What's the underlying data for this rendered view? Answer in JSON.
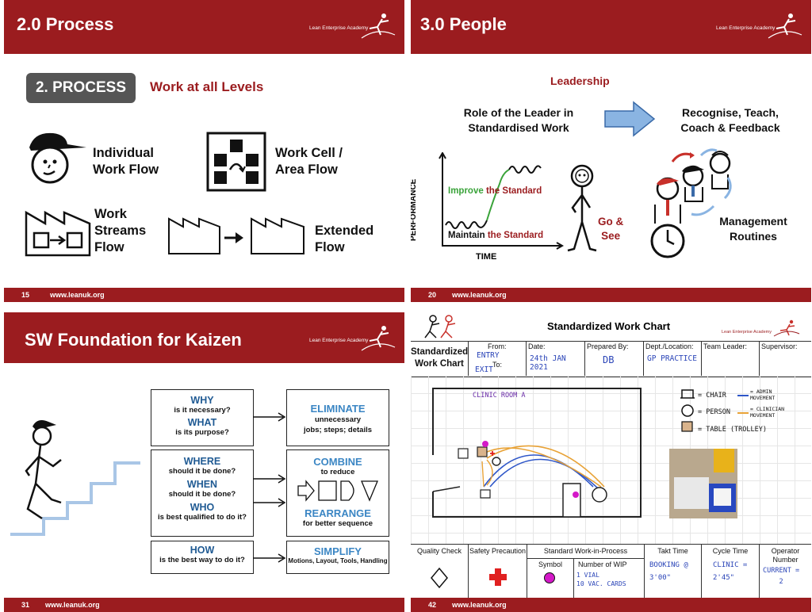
{
  "logo_text": "Lean Enterprise Academy",
  "slide1": {
    "title": "2.0 Process",
    "badge": "2. PROCESS",
    "subtitle": "Work at all Levels",
    "items": [
      "Individual\nWork Flow",
      "Work Cell /\nArea Flow",
      "Work\nStreams\nFlow",
      "Extended\nFlow"
    ],
    "page": "15",
    "url": "www.leanuk.org"
  },
  "slide2": {
    "title": "3.0 People",
    "heading": "Leadership",
    "role": "Role of the Leader in\nStandardised Work",
    "recognise": "Recognise, Teach,\nCoach & Feedback",
    "y_axis": "PERFORMANCE",
    "x_axis": "TIME",
    "improve_a": "Improve",
    "improve_b": "the Standard",
    "maintain_a": "Maintain",
    "maintain_b": "the Standard",
    "goandsee": "Go &\nSee",
    "mgmt": "Management\nRoutines",
    "page": "20",
    "url": "www.leanuk.org"
  },
  "slide3": {
    "title": "SW Foundation for Kaizen",
    "q1_title": "WHY",
    "q1_sub": "is it necessary?",
    "q1b_title": "WHAT",
    "q1b_sub": "is its purpose?",
    "q2_title": "WHERE",
    "q2_sub": "should it be done?",
    "q2b_title": "WHEN",
    "q2b_sub": "should it be done?",
    "q2c_title": "WHO",
    "q2c_sub": "is best qualified to do it?",
    "q3_title": "HOW",
    "q3_sub": "is the best way to do it?",
    "a1_title": "ELIMINATE",
    "a1_sub": "unnecessary\njobs; steps; details",
    "a2_title": "COMBINE",
    "a2_sub": "to reduce",
    "a2b_title": "REARRANGE",
    "a2b_sub": "for better sequence",
    "a3_title": "SIMPLIFY",
    "a3_sub": "Motions, Layout, Tools, Handling",
    "page": "31",
    "url": "www.leanuk.org"
  },
  "slide4": {
    "title": "Standardized Work Chart",
    "label": "Standardized\nWork Chart",
    "from_label": "From:",
    "from_value": "ENTRY",
    "to_value": "EXIT",
    "to_label": "To:",
    "date_label": "Date:",
    "date_value": "24th JAN 2021",
    "prepared_label": "Prepared By:",
    "prepared_value": "DB",
    "dept_label": "Dept./Location:",
    "dept_value": "GP PRACTICE",
    "leader_label": "Team Leader:",
    "supervisor_label": "Supervisor:",
    "room": "CLINIC ROOM A",
    "legend": {
      "chair": "= CHAIR",
      "person": "= PERSON",
      "table": "= TABLE (TROLLEY)",
      "admin": "= ADMIN\nMOVEMENT",
      "clinician": "= CLINICIAN\nMOVEMENT"
    },
    "colors": {
      "admin": "#2e56c8",
      "clinician": "#e8a236",
      "wip": "#d419c8",
      "safety": "#e02020"
    },
    "quality_label": "Quality Check",
    "safety_label": "Safety Precaution",
    "swip_label": "Standard Work-in-Process",
    "symbol_label": "Symbol",
    "wip_count_label": "Number of WIP",
    "wip_value": "1 VIAL\n10 VAC. CARDS",
    "takt_label": "Takt Time",
    "takt_value": "BOOKING @\n3'00\"",
    "cycle_label": "Cycle Time",
    "cycle_value": "CLINIC =\n2'45\"",
    "operator_label": "Operator\nNumber",
    "operator_value": "CURRENT =\n2",
    "page": "42",
    "url": "www.leanuk.org"
  }
}
